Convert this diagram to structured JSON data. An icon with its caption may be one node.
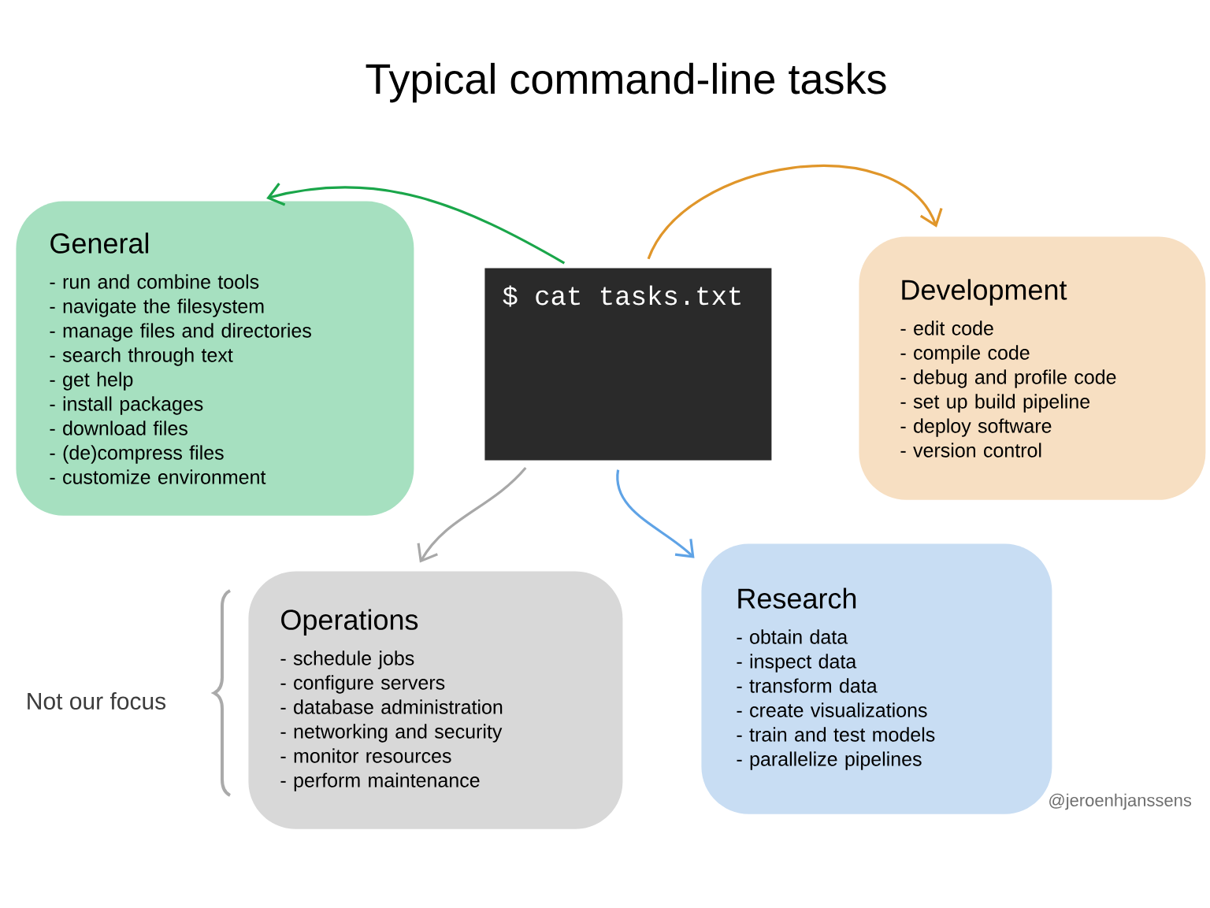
{
  "diagram": {
    "title": "Typical command-line tasks",
    "nodes": [
      {
        "text": [
          "$ cat tasks.txt"
        ]
      },
      {
        "text": [
          "General",
          "- run and combine tools",
          "- navigate the filesystem",
          "- manage files and directories",
          "- search through text",
          "- get help",
          "- install packages",
          "- download files",
          "- (de)compress files",
          "- customize environment"
        ]
      },
      {
        "text": [
          "Development",
          "- edit code",
          "- compile code",
          "- debug and profile code",
          "- set up build pipeline",
          "- deploy software",
          "- version control"
        ]
      },
      {
        "text": [
          "Operations",
          "- schedule jobs",
          "- configure servers",
          "- database administration",
          "- networking and security",
          "- monitor resources",
          "- perform maintenance"
        ]
      },
      {
        "text": [
          "Research",
          "- obtain data",
          "- inspect data",
          "- transform data",
          "- create visualizations",
          "- train and test models",
          "- parallelize pipelines"
        ]
      }
    ],
    "edges": [
      {
        "from": 0,
        "to": 1,
        "arrow": "to",
        "color": "#1aa64a"
      },
      {
        "from": 0,
        "to": 2,
        "arrow": "to",
        "color": "#e0962a"
      },
      {
        "from": 0,
        "to": 3,
        "arrow": "to",
        "color": "#a8a8a8"
      },
      {
        "from": 0,
        "to": 4,
        "arrow": "to",
        "color": "#5fa3e6"
      }
    ],
    "labels": [
      "Not our focus",
      "@jeroenhjanssens"
    ]
  }
}
